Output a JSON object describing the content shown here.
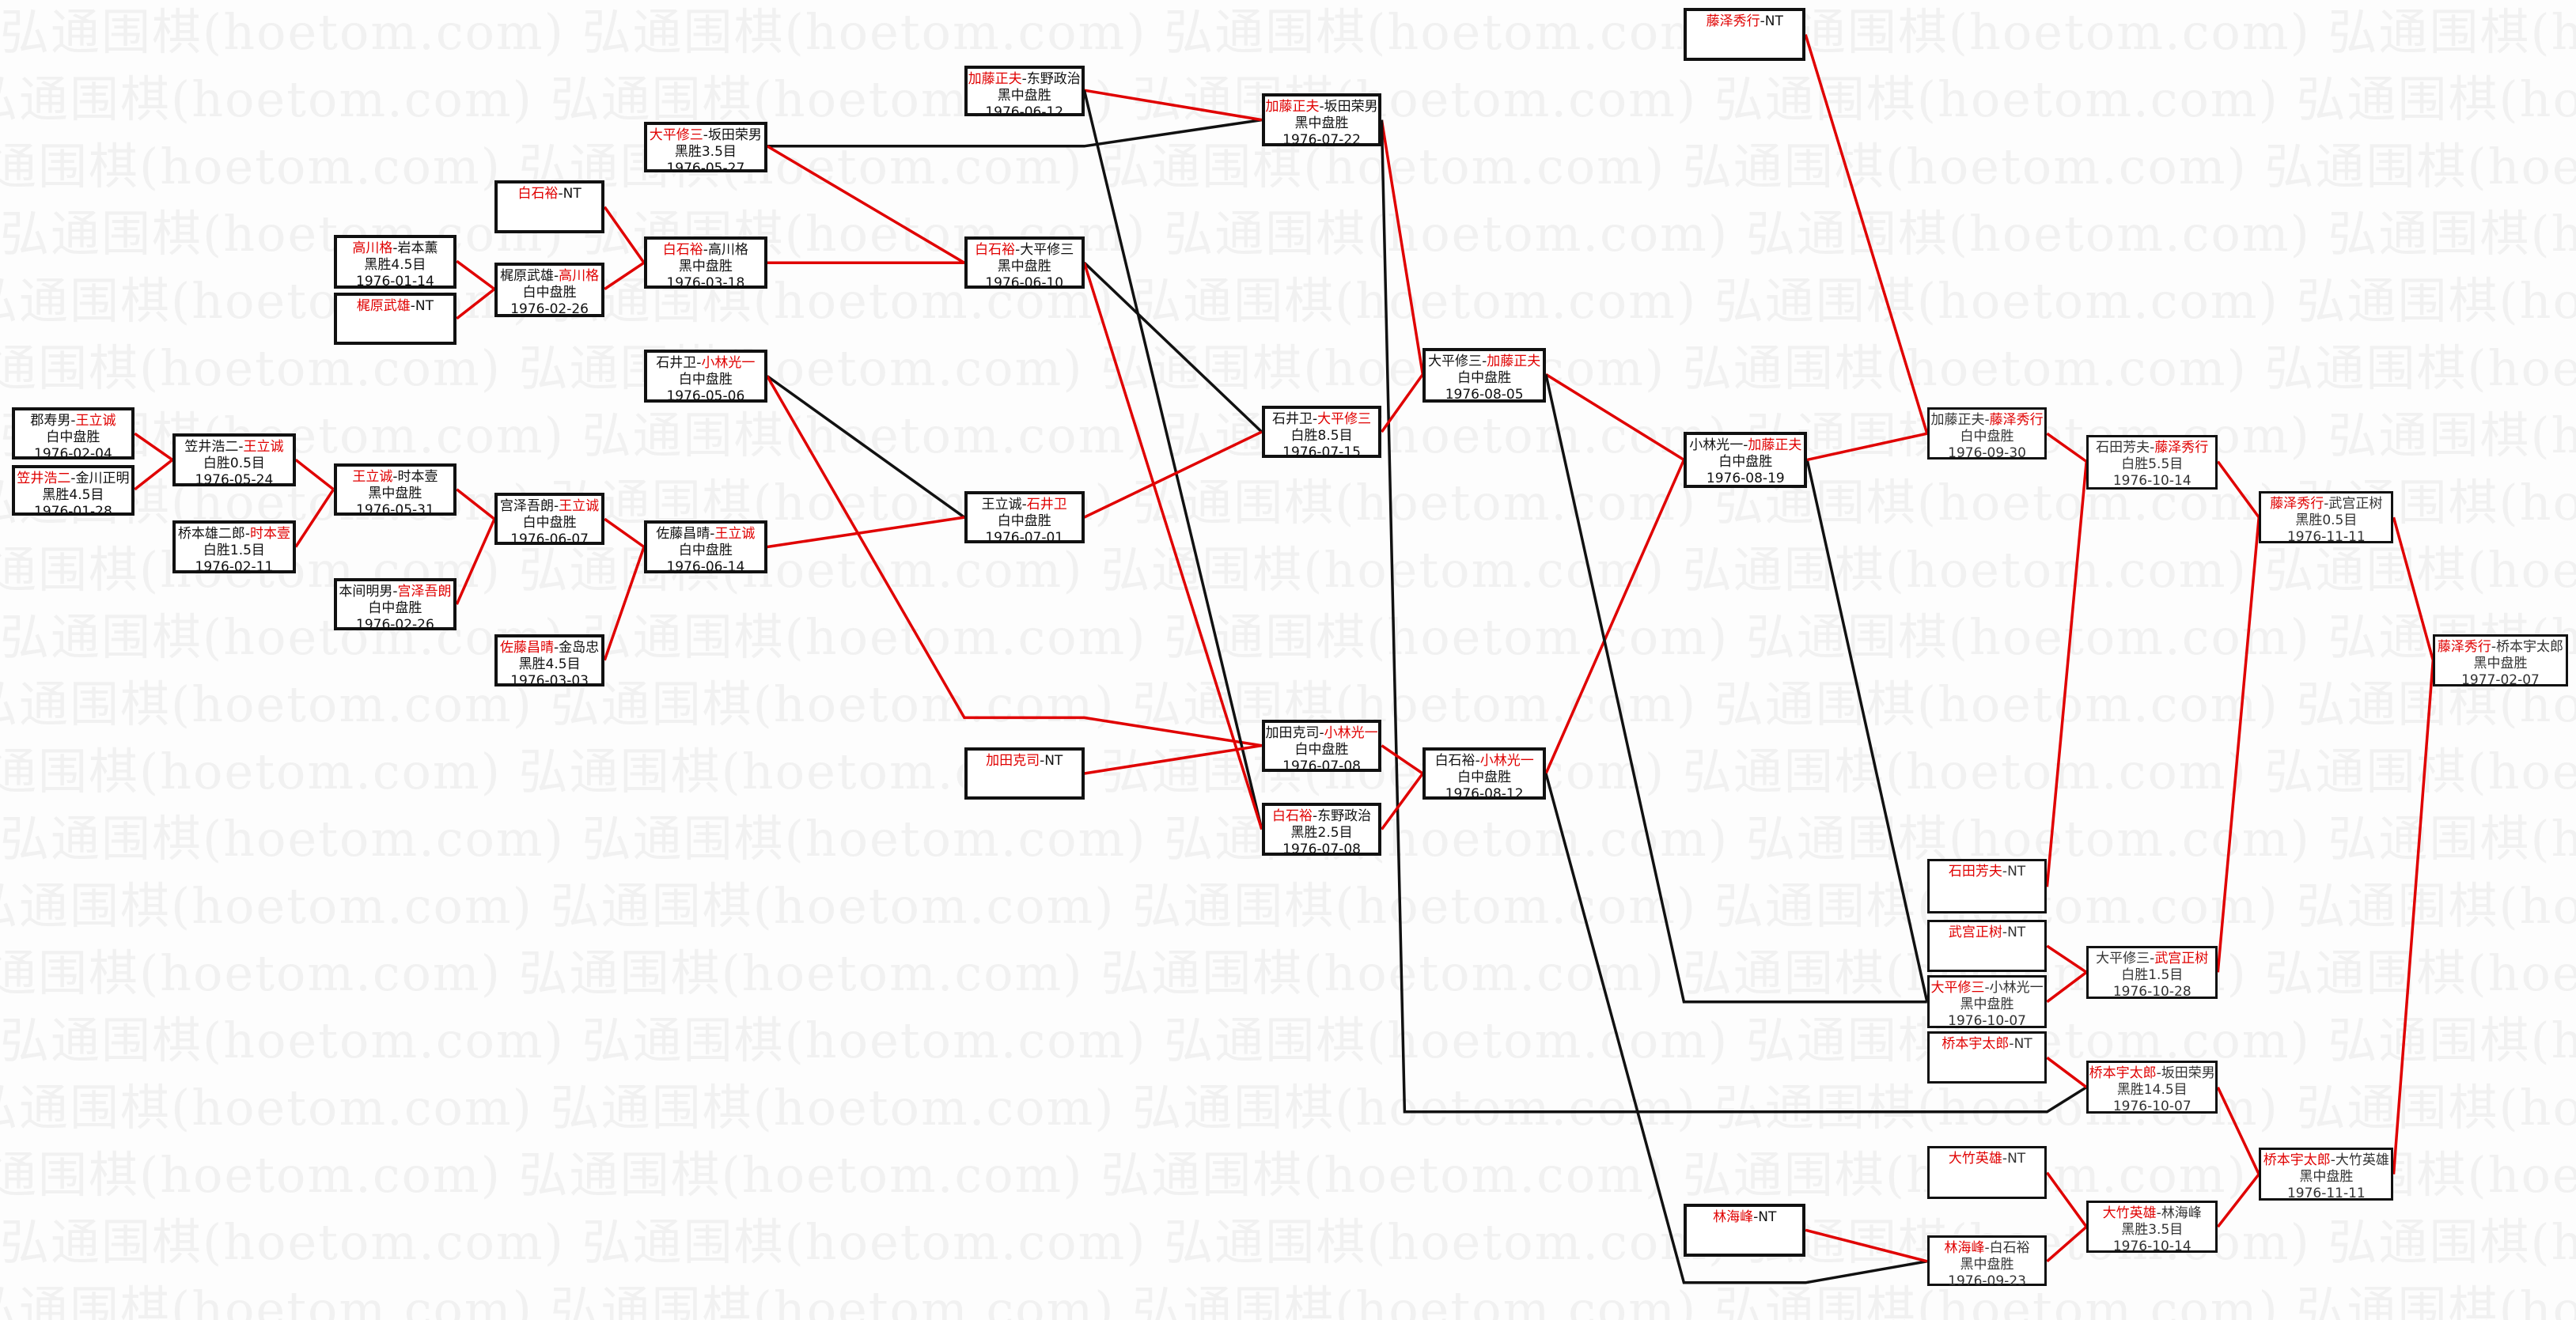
{
  "watermark": "弘通围棋(hoetom.com)",
  "colors": {
    "winner": "#e00000",
    "loser_line": "#111111",
    "winner_line": "#e00000",
    "watermark": "#f1f1f1"
  },
  "separator": "-",
  "matches": [
    {
      "p1": "郡寿男",
      "p2": "王立诚",
      "w": 2,
      "result": "白中盘胜",
      "date": "1976-02-04"
    },
    {
      "p1": "笠井浩二",
      "p2": "金川正明",
      "w": 1,
      "result": "黑胜4.5目",
      "date": "1976-01-28"
    },
    {
      "p1": "笠井浩二",
      "p2": "王立诚",
      "w": 2,
      "result": "白胜0.5目",
      "date": "1976-05-24"
    },
    {
      "p1": "桥本雄二郎",
      "p2": "时本壹",
      "w": 2,
      "result": "白胜1.5目",
      "date": "1976-02-11"
    },
    {
      "p1": "高川格",
      "p2": "岩本薰",
      "w": 1,
      "result": "黑胜4.5目",
      "date": "1976-01-14"
    },
    {
      "p1": "梶原武雄",
      "p2": "NT",
      "w": 1,
      "result": "",
      "date": ""
    },
    {
      "p1": "王立诚",
      "p2": "时本壹",
      "w": 1,
      "result": "黑中盘胜",
      "date": "1976-05-31"
    },
    {
      "p1": "本间明男",
      "p2": "宫泽吾朗",
      "w": 2,
      "result": "白中盘胜",
      "date": "1976-02-26"
    },
    {
      "p1": "白石裕",
      "p2": "NT",
      "w": 1,
      "result": "",
      "date": ""
    },
    {
      "p1": "梶原武雄",
      "p2": "高川格",
      "w": 2,
      "result": "白中盘胜",
      "date": "1976-02-26"
    },
    {
      "p1": "宫泽吾朗",
      "p2": "王立诚",
      "w": 2,
      "result": "白中盘胜",
      "date": "1976-06-07"
    },
    {
      "p1": "佐藤昌晴",
      "p2": "金岛忠",
      "w": 1,
      "result": "黑胜4.5目",
      "date": "1976-03-03"
    },
    {
      "p1": "大平修三",
      "p2": "坂田荣男",
      "w": 1,
      "result": "黑胜3.5目",
      "date": "1976-05-27"
    },
    {
      "p1": "白石裕",
      "p2": "高川格",
      "w": 1,
      "result": "黑中盘胜",
      "date": "1976-03-18"
    },
    {
      "p1": "石井卫",
      "p2": "小林光一",
      "w": 2,
      "result": "白中盘胜",
      "date": "1976-05-06"
    },
    {
      "p1": "佐藤昌晴",
      "p2": "王立诚",
      "w": 2,
      "result": "白中盘胜",
      "date": "1976-06-14"
    },
    {
      "p1": "加藤正夫",
      "p2": "东野政治",
      "w": 1,
      "result": "黑中盘胜",
      "date": "1976-06-12"
    },
    {
      "p1": "白石裕",
      "p2": "大平修三",
      "w": 1,
      "result": "黑中盘胜",
      "date": "1976-06-10"
    },
    {
      "p1": "王立诚",
      "p2": "石井卫",
      "w": 2,
      "result": "白中盘胜",
      "date": "1976-07-01"
    },
    {
      "p1": "加田克司",
      "p2": "NT",
      "w": 1,
      "result": "",
      "date": ""
    },
    {
      "p1": "加藤正夫",
      "p2": "坂田荣男",
      "w": 1,
      "result": "黑中盘胜",
      "date": "1976-07-22"
    },
    {
      "p1": "石井卫",
      "p2": "大平修三",
      "w": 2,
      "result": "白胜8.5目",
      "date": "1976-07-15"
    },
    {
      "p1": "加田克司",
      "p2": "小林光一",
      "w": 2,
      "result": "白中盘胜",
      "date": "1976-07-08"
    },
    {
      "p1": "白石裕",
      "p2": "东野政治",
      "w": 1,
      "result": "黑胜2.5目",
      "date": "1976-07-08"
    },
    {
      "p1": "大平修三",
      "p2": "加藤正夫",
      "w": 2,
      "result": "白中盘胜",
      "date": "1976-08-05"
    },
    {
      "p1": "白石裕",
      "p2": "小林光一",
      "w": 2,
      "result": "白中盘胜",
      "date": "1976-08-12"
    },
    {
      "p1": "小林光一",
      "p2": "加藤正夫",
      "w": 2,
      "result": "白中盘胜",
      "date": "1976-08-19"
    },
    {
      "p1": "藤泽秀行",
      "p2": "NT",
      "w": 1,
      "result": "",
      "date": ""
    },
    {
      "p1": "林海峰",
      "p2": "NT",
      "w": 1,
      "result": "",
      "date": ""
    },
    {
      "p1": "加藤正夫",
      "p2": "藤泽秀行",
      "w": 2,
      "result": "白中盘胜",
      "date": "1976-09-30"
    },
    {
      "p1": "石田芳夫",
      "p2": "NT",
      "w": 1,
      "result": "",
      "date": ""
    },
    {
      "p1": "武宫正树",
      "p2": "NT",
      "w": 1,
      "result": "",
      "date": ""
    },
    {
      "p1": "大平修三",
      "p2": "小林光一",
      "w": 1,
      "result": "黑中盘胜",
      "date": "1976-10-07"
    },
    {
      "p1": "桥本宇太郎",
      "p2": "NT",
      "w": 1,
      "result": "",
      "date": ""
    },
    {
      "p1": "大竹英雄",
      "p2": "NT",
      "w": 1,
      "result": "",
      "date": ""
    },
    {
      "p1": "林海峰",
      "p2": "白石裕",
      "w": 1,
      "result": "黑中盘胜",
      "date": "1976-09-23"
    },
    {
      "p1": "石田芳夫",
      "p2": "藤泽秀行",
      "w": 2,
      "result": "白胜5.5目",
      "date": "1976-10-14"
    },
    {
      "p1": "大平修三",
      "p2": "武宫正树",
      "w": 2,
      "result": "白胜1.5目",
      "date": "1976-10-28"
    },
    {
      "p1": "桥本宇太郎",
      "p2": "坂田荣男",
      "w": 1,
      "result": "黑胜14.5目",
      "date": "1976-10-07"
    },
    {
      "p1": "大竹英雄",
      "p2": "林海峰",
      "w": 1,
      "result": "黑胜3.5目",
      "date": "1976-10-14"
    },
    {
      "p1": "藤泽秀行",
      "p2": "武宫正树",
      "w": 1,
      "result": "黑胜0.5目",
      "date": "1976-11-11"
    },
    {
      "p1": "桥本宇太郎",
      "p2": "大竹英雄",
      "w": 1,
      "result": "黑中盘胜",
      "date": "1976-11-11"
    },
    {
      "p1": "藤泽秀行",
      "p2": "桥本宇太郎",
      "w": 1,
      "result": "黑中盘胜",
      "date": "1977-02-07"
    }
  ]
}
